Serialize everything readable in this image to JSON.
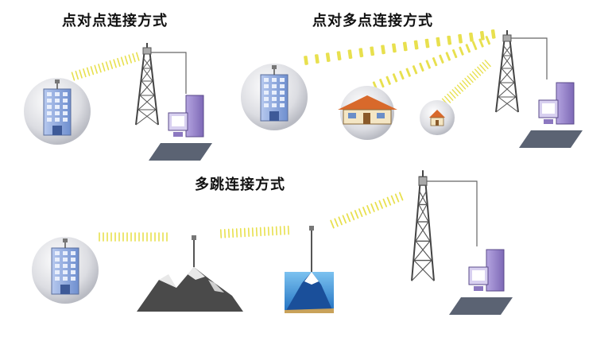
{
  "titles": {
    "point_to_point": "点对点连接方式",
    "point_to_multipoint": "点对多点连接方式",
    "multi_hop": "多跳连接方式"
  },
  "colors": {
    "signal": "#e9e35a",
    "building": "#7f9ed8",
    "computer": "#8c78c0",
    "ground": "#646c7a",
    "tower": "#4a4a4a",
    "roof": "#d8692b",
    "mountain_sky": "#3a8fd8"
  }
}
